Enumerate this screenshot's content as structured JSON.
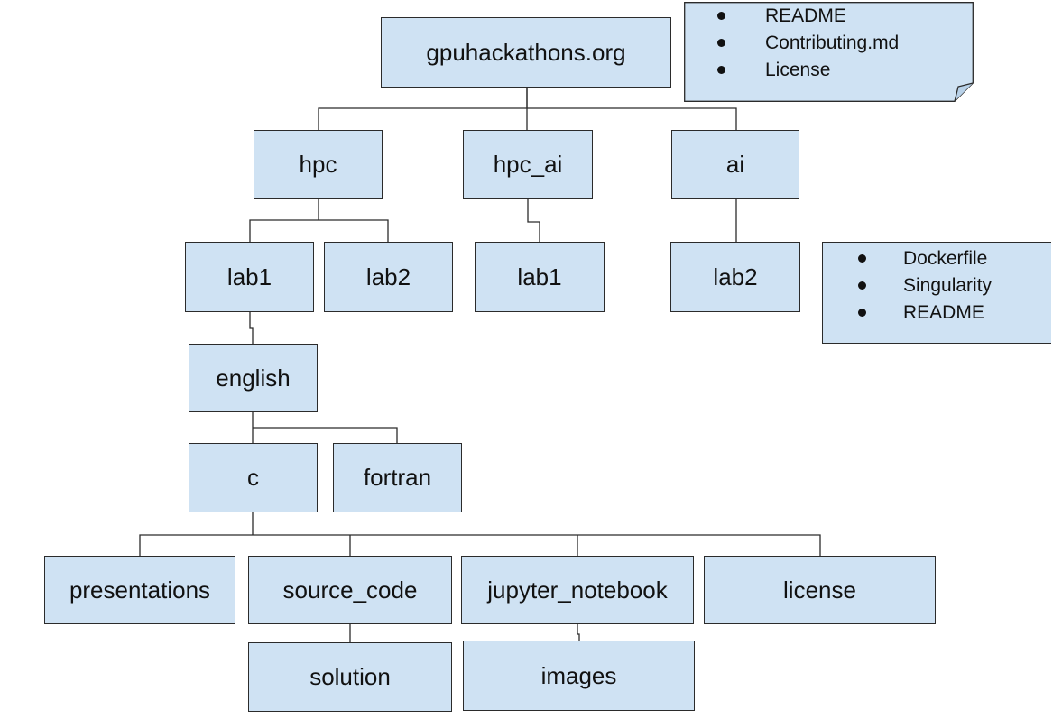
{
  "diagram": {
    "nodes": {
      "root": "gpuhackathons.org",
      "hpc": "hpc",
      "hpc_ai": "hpc_ai",
      "ai": "ai",
      "hpc_lab1": "lab1",
      "hpc_lab2": "lab2",
      "hpc_ai_lab1": "lab1",
      "ai_lab2": "lab2",
      "english": "english",
      "c": "c",
      "fortran": "fortran",
      "presentations": "presentations",
      "source_code": "source_code",
      "jupyter_notebook": "jupyter_notebook",
      "license": "license",
      "solution": "solution",
      "images": "images"
    },
    "root_note": {
      "items": [
        "README",
        "Contributing.md",
        "License"
      ]
    },
    "lab_note": {
      "items": [
        "Dockerfile",
        "Singularity",
        "README"
      ]
    },
    "edges": [
      [
        "root",
        "hpc"
      ],
      [
        "root",
        "hpc_ai"
      ],
      [
        "root",
        "ai"
      ],
      [
        "hpc",
        "hpc_lab1"
      ],
      [
        "hpc",
        "hpc_lab2"
      ],
      [
        "hpc_ai",
        "hpc_ai_lab1"
      ],
      [
        "ai",
        "ai_lab2"
      ],
      [
        "hpc_lab1",
        "english"
      ],
      [
        "english",
        "c"
      ],
      [
        "english",
        "fortran"
      ],
      [
        "c",
        "presentations"
      ],
      [
        "c",
        "source_code"
      ],
      [
        "c",
        "jupyter_notebook"
      ],
      [
        "c",
        "license"
      ],
      [
        "source_code",
        "solution"
      ],
      [
        "jupyter_notebook",
        "images"
      ]
    ],
    "colors": {
      "node_fill": "#cfe2f3",
      "stroke": "#2b2b2b",
      "text": "#111111"
    }
  }
}
